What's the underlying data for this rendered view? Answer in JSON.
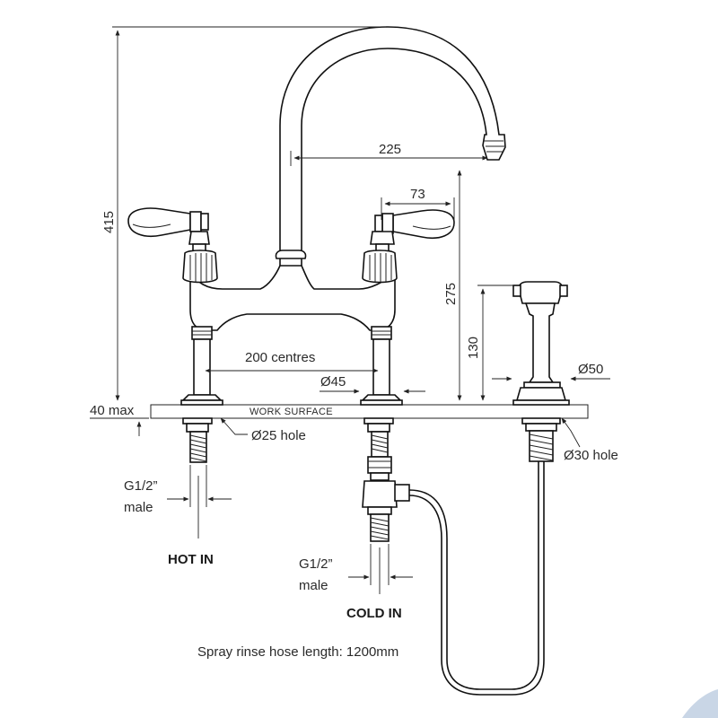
{
  "dimensions": {
    "overall_height": "415",
    "spout_reach": "225",
    "handle_offset": "73",
    "spout_height": "275",
    "spray_height": "130",
    "centres": "200 centres",
    "body_diameter": "Ø45",
    "spray_diameter": "Ø50",
    "max_deck": "40 max",
    "tap_hole": "Ø25 hole",
    "spray_hole": "Ø30 hole"
  },
  "labels": {
    "work_surface": "WORK SURFACE",
    "hot_thread_1": "G1/2”",
    "hot_thread_2": "male",
    "cold_thread_1": "G1/2”",
    "cold_thread_2": "male",
    "hot_in": "HOT IN",
    "cold_in": "COLD IN",
    "hose_note": "Spray rinse hose length: 1200mm"
  }
}
